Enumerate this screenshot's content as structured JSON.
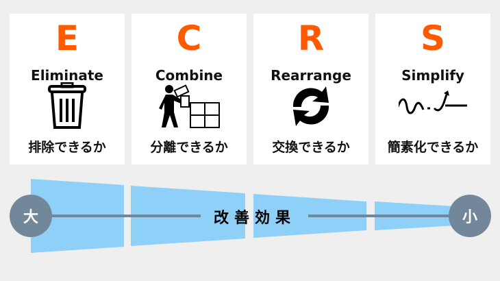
{
  "accent_color": "#ff5a00",
  "cards": [
    {
      "letter": "E",
      "word": "Eliminate",
      "jp": "排除できるか",
      "icon": "trash-can-icon"
    },
    {
      "letter": "C",
      "word": "Combine",
      "jp": "分離できるか",
      "icon": "puzzle-person-icon"
    },
    {
      "letter": "R",
      "word": "Rearrange",
      "jp": "交換できるか",
      "icon": "refresh-arrows-icon"
    },
    {
      "letter": "S",
      "word": "Simplify",
      "jp": "簡素化できるか",
      "icon": "wavy-arrow-icon"
    }
  ],
  "scale": {
    "large": "大",
    "small": "小",
    "label": "改善効果"
  }
}
